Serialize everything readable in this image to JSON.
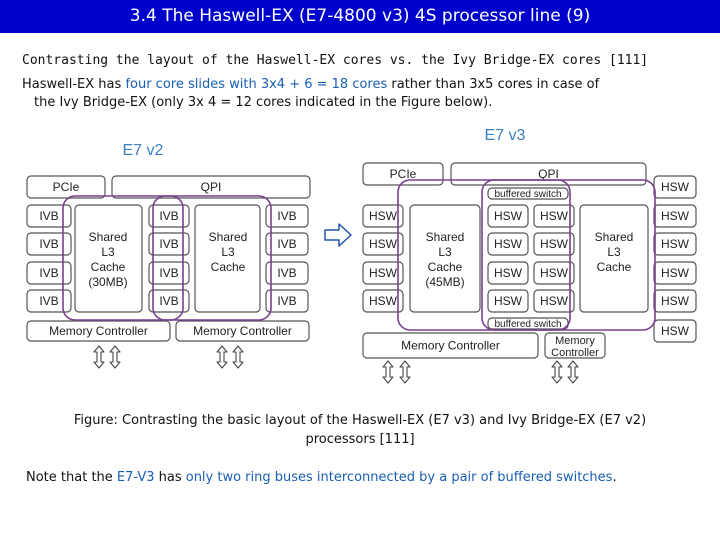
{
  "title": "3.4 The Haswell-EX (E7-4800 v3) 4S processor line (9)",
  "subtitle": "Contrasting the layout of the Haswell-EX cores vs. the Ivy Bridge-EX cores [111]",
  "para": {
    "p1": "Haswell-EX has ",
    "p2": "four core slides with 3x4 + 6 = 18 cores",
    "p3": " rather than 3x5 cores in case of",
    "p4": "the Ivy Bridge-EX (only 3x 4 = 12 cores indicated in the Figure below)."
  },
  "diagram": {
    "left_title": "E7 v2",
    "right_title": "E7 v3",
    "pcie": "PCIe",
    "qpi": "QPI",
    "ivb": "IVB",
    "hsw": "HSW",
    "shared": "Shared",
    "l3": "L3",
    "cache": "Cache",
    "cache30": "(30MB)",
    "cache45": "(45MB)",
    "memctrl": "Memory Controller",
    "memory": "Memory",
    "controller": "Controller",
    "buffered": "buffered switch"
  },
  "caption": {
    "line1": "Figure: Contrasting the basic layout of the Haswell-EX (E7 v3) and Ivy Bridge-EX (E7 v2)",
    "line2": "processors [111]"
  },
  "note": {
    "n1": "Note that the ",
    "n2": "E7-V3",
    "n3": " has ",
    "n4": "only two ring buses interconnected by a pair of buffered switches",
    "n5": "."
  },
  "colors": {
    "title_bg": "#0000cc",
    "highlight": "#1a5fb4",
    "ring": "#7b3f8f",
    "box_border": "#555555",
    "heading": "#3a7fc0"
  }
}
